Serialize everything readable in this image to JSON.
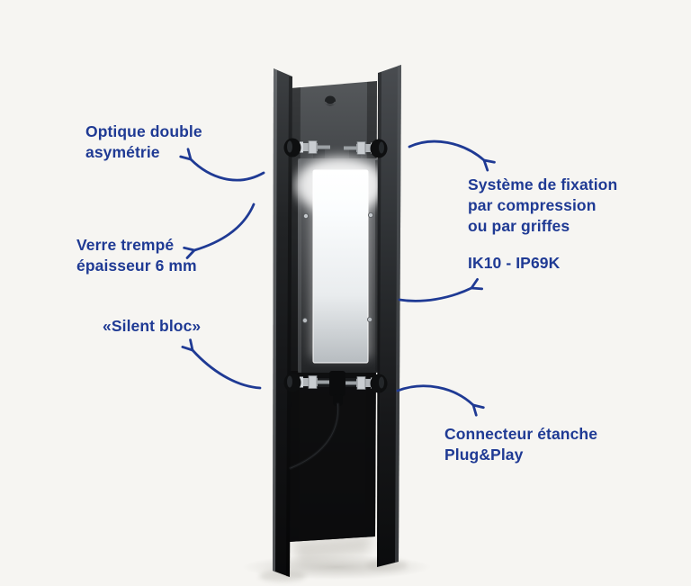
{
  "page": {
    "background_color": "#f6f5f2",
    "accent_color": "#1f3a94",
    "type": "product-feature-infographic"
  },
  "labels": {
    "optique": {
      "lines": [
        "Optique double",
        "asymétrie"
      ]
    },
    "verre": {
      "lines": [
        "Verre trempé",
        "épaisseur 6 mm"
      ]
    },
    "silent": {
      "lines": [
        "«Silent bloc»"
      ]
    },
    "systeme": {
      "lines": [
        "Système de fixation",
        "par compression",
        "ou par griffes"
      ]
    },
    "ik": {
      "lines": [
        "IK10 - IP69K"
      ]
    },
    "connecteur": {
      "lines": [
        "Connecteur étanche",
        "Plug&Play"
      ]
    }
  },
  "icons": {
    "arrow_color": "#1f3a94",
    "arrow_style": "hand-drawn curved arrow with open V head"
  }
}
